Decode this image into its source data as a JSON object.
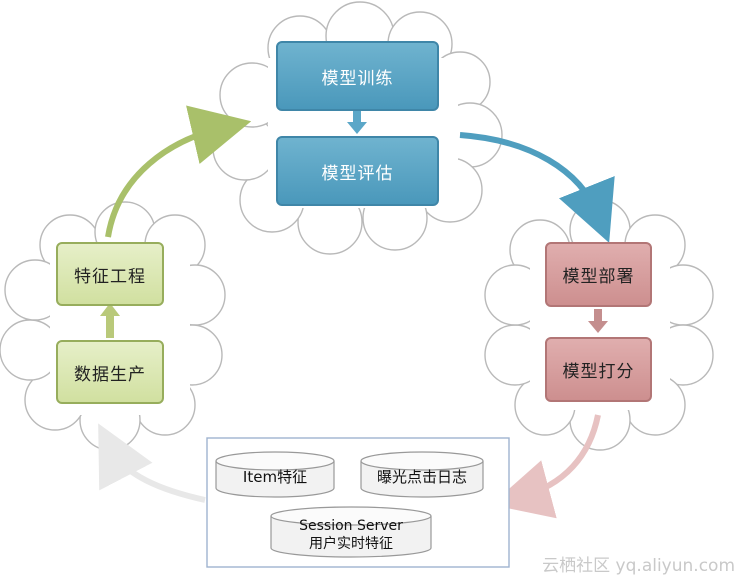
{
  "stages": {
    "train": "模型训练",
    "evaluate": "模型评估",
    "deploy": "模型部署",
    "score": "模型打分",
    "feature": "特征工程",
    "data": "数据生产"
  },
  "data_sources": {
    "item": "Item特征",
    "log": "曝光点击日志",
    "session_line1": "Session Server",
    "session_line2": "用户实时特征"
  },
  "watermark": "云栖社区 yq.aliyun.com",
  "colors": {
    "blue": "#5ba7c8",
    "green": "#b9c97a",
    "red": "#d9a3a3"
  }
}
